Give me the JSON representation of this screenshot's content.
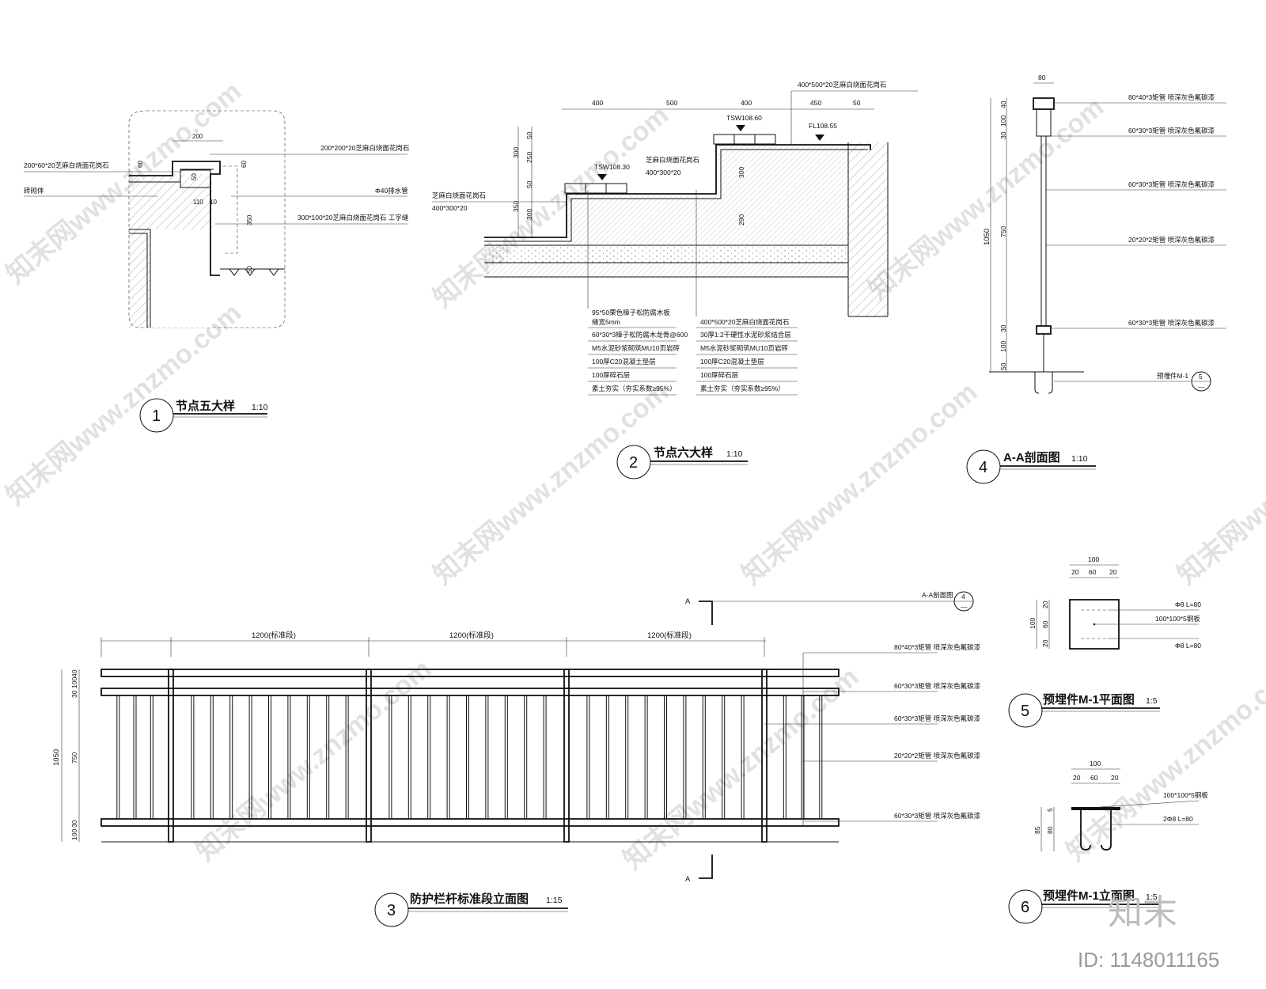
{
  "watermark": {
    "text": "知末网www.znzmo.com",
    "brand": "知末",
    "id_text": "ID: 1148011165"
  },
  "detail1": {
    "num": "1",
    "title": "节点五大样",
    "scale": "1:10",
    "labels": [
      "200*200*20芝麻白烧面花岗石",
      "200*60*20芝麻白烧面花岗石",
      "砖砌体",
      "Φ40排水管",
      "300*100*20芝麻白烧面花岗石 工字缝"
    ],
    "dims": [
      "200",
      "60",
      "50",
      "110",
      "10",
      "60",
      "350",
      "50"
    ]
  },
  "detail2": {
    "num": "2",
    "title": "节点六大样",
    "scale": "1:10",
    "top_dims": [
      "400",
      "500",
      "400",
      "450",
      "50"
    ],
    "left_dims": [
      "300",
      "50",
      "250",
      "50",
      "350",
      "300"
    ],
    "inner_dims": [
      "300",
      "290"
    ],
    "elevations": [
      "TSW108.30",
      "TSW108.60",
      "FL108.55"
    ],
    "top_label": "400*500*20芝麻白烧面花岗石",
    "mid_label_1": "芝麻白烧面花岗石",
    "mid_label_2": "400*300*20",
    "left_label_1": "芝麻白烧面花岗石",
    "left_label_2": "400*300*20",
    "table_left": [
      "95*50栗色樟子松防腐木板",
      "缝宽5mm",
      "60*30*3樟子松防腐木龙骨@600",
      "M5水泥砂浆砌筑MU10页岩砖",
      "100厚C20混凝土垫层",
      "100厚碎石层",
      "素土夯实（夯实系数≥95%）"
    ],
    "table_right": [
      "400*500*20芝麻白烧面花岗石",
      "30厚1:2干硬性水泥砂浆结合层",
      "M5水泥砂浆砌筑MU10页岩砖",
      "100厚C20混凝土垫层",
      "100厚碎石层",
      "素土夯实（夯实系数≥95%）"
    ]
  },
  "detail4": {
    "num": "4",
    "title": "A-A剖面图",
    "scale": "1:10",
    "top_dim": "80",
    "overall": "1050",
    "dims": [
      "40",
      "100",
      "30",
      "750",
      "30",
      "100",
      "50"
    ],
    "labels": [
      "80*40*3矩管 喷深灰色氟碳漆",
      "60*30*3矩管 喷深灰色氟碳漆",
      "60*30*3矩管 喷深灰色氟碳漆",
      "20*20*2矩管 喷深灰色氟碳漆",
      "60*30*3矩管 喷深灰色氟碳漆"
    ],
    "embed_label": "预埋件M-1",
    "embed_ref_top": "5",
    "embed_ref_bottom": "—"
  },
  "detail3": {
    "num": "3",
    "title": "防护栏杆标准段立面图",
    "scale": "1:15",
    "segments": [
      "1200(标准段)",
      "1200(标准段)",
      "1200(标准段)"
    ],
    "overall": "1050",
    "dims": [
      "40",
      "100",
      "30",
      "750",
      "30",
      "100"
    ],
    "section_mark": "A",
    "section_ref": "A-A剖面图",
    "section_ref_top": "4",
    "section_ref_bottom": "—",
    "labels": [
      "80*40*3矩管 喷深灰色氟碳漆",
      "60*30*3矩管 喷深灰色氟碳漆",
      "60*30*3矩管 喷深灰色氟碳漆",
      "20*20*2矩管 喷深灰色氟碳漆",
      "60*30*3矩管 喷深灰色氟碳漆"
    ]
  },
  "detail5": {
    "num": "5",
    "title": "预埋件M-1平面图",
    "scale": "1:5",
    "top_dims": [
      "100",
      "20",
      "60",
      "20"
    ],
    "left_dims": [
      "100",
      "20",
      "60",
      "20"
    ],
    "labels": [
      "Φ8 L=80",
      "100*100*5钢板",
      "Φ8 L=80"
    ]
  },
  "detail6": {
    "num": "6",
    "title": "预埋件M-1立面图",
    "scale": "1:5",
    "top_dims": [
      "100",
      "20",
      "60",
      "20"
    ],
    "left_dims": [
      "85",
      "5",
      "80"
    ],
    "labels": [
      "100*100*5钢板",
      "2Φ8 L=80"
    ]
  }
}
